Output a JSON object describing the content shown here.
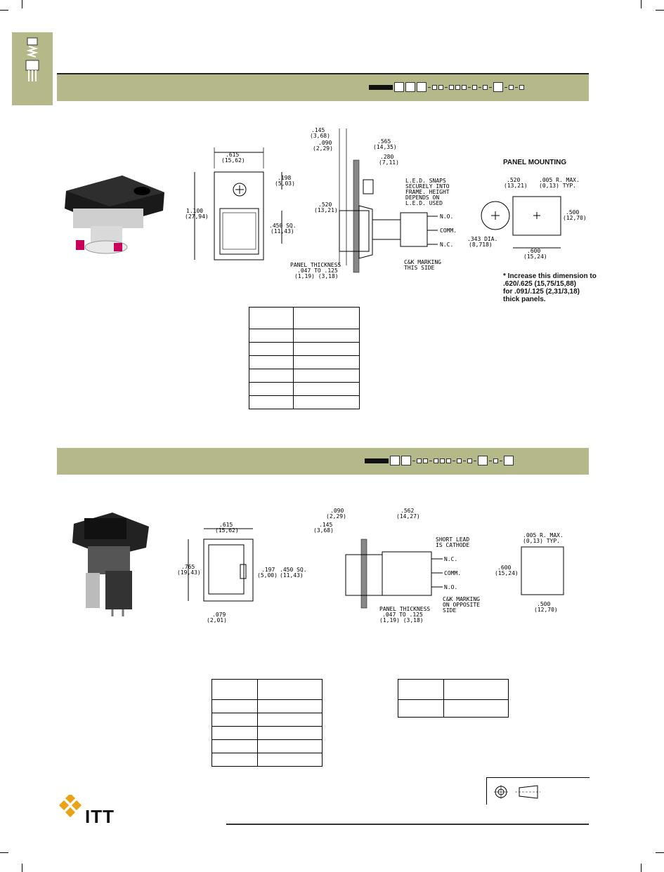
{
  "brand": {
    "logo_text": "ITT",
    "accent": "#b5b98a"
  },
  "section1": {
    "dims_front": {
      "width": ".615",
      "width_mm": "(15,62)",
      "height": "1.100",
      "height_mm": "(27,94)",
      "led_pos": ".198",
      "led_pos_mm": "(5,03)",
      "win": ".450 SQ.",
      "win_mm": "(11,43)"
    },
    "dims_side": {
      "d1": ".145",
      "d1_mm": "(3,68)",
      "d2": ".090",
      "d2_mm": "(2,29)",
      "d3": ".565",
      "d3_mm": "(14,35)",
      "d4": ".280",
      "d4_mm": "(7,11)",
      "d5": ".520",
      "d5_mm": "(13,21)"
    },
    "notes": {
      "led": [
        "L.E.D. SNAPS",
        "SECURELY INTO",
        "FRAME. HEIGHT",
        "DEPENDS ON",
        "L.E.D. USED"
      ],
      "panel": [
        "PANEL THICKNESS",
        ".047 TO .125",
        "(1,19)  (3,18)"
      ],
      "ck": [
        "C&K MARKING",
        "THIS SIDE"
      ],
      "no": "N.O.",
      "comm": "COMM.",
      "nc": "N.C."
    },
    "panel_mounting": {
      "title": "PANEL MOUNTING",
      "w": ".520",
      "w_mm": "(13,21)",
      "r": ".005 R. MAX.",
      "r_mm": "(0,13) TYP.",
      "h": ".500",
      "h_mm": "(12,70)",
      "dia": ".343 DIA.",
      "dia_mm": "(8,718)",
      "b": ".600",
      "b_mm": "(15,24)",
      "note": [
        "* Increase this dimension to",
        ".620/.625 (15,75/15,88)",
        "for .091/.125 (2,31/3,18)",
        "thick panels."
      ]
    }
  },
  "section2": {
    "dims_front": {
      "width": ".615",
      "width_mm": "(15,62)",
      "height": ".765",
      "height_mm": "(19,43)",
      "led": ".197",
      "led_mm": "(5,00)",
      "win": ".450 SQ.",
      "win_mm": "(11,43)",
      "off": ".079",
      "off_mm": "(2,01)"
    },
    "dims_side": {
      "d1": ".090",
      "d1_mm": "(2,29)",
      "d2": ".562",
      "d2_mm": "(14,27)",
      "d3": ".145",
      "d3_mm": "(3,68)"
    },
    "notes": {
      "lead": [
        "SHORT LEAD",
        "IS CATHODE"
      ],
      "ck": [
        "C&K MARKING",
        "ON OPPOSITE",
        "SIDE"
      ],
      "panel": [
        "PANEL THICKNESS",
        ".047 TO .125",
        "(1,19)  (3,18)"
      ],
      "no": "N.O.",
      "comm": "COMM.",
      "nc": "N.C."
    },
    "cutout": {
      "r": ".005 R. MAX.",
      "r_mm": "(0,13) TYP.",
      "h": ".600",
      "h_mm": "(15,24)",
      "w": ".500",
      "w_mm": "(12,70)"
    }
  }
}
